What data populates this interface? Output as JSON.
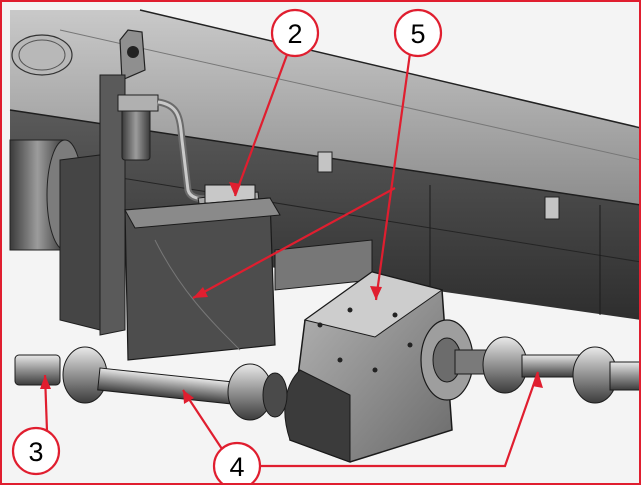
{
  "figure": {
    "border_color": "#e01e2f",
    "callout_color": "#e01e2f",
    "callouts": [
      {
        "id": "callout-2",
        "label": "2"
      },
      {
        "id": "callout-5",
        "label": "5"
      },
      {
        "id": "callout-3",
        "label": "3"
      },
      {
        "id": "callout-4",
        "label": "4"
      }
    ]
  }
}
